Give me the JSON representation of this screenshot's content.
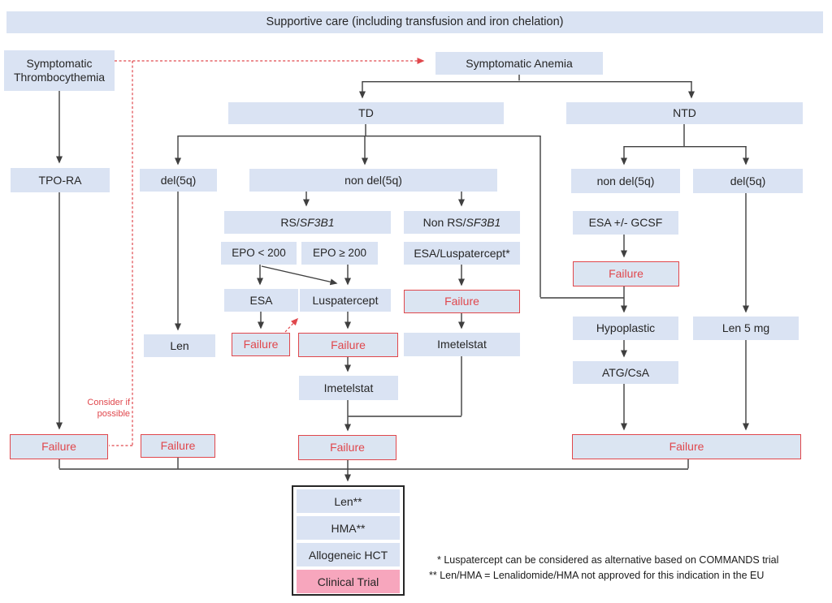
{
  "banner": {
    "label": "Supportive care (including transfusion and iron chelation)"
  },
  "nodes": {
    "symptomatic_thrombocythemia": "Symptomatic Thrombocythemia",
    "symptomatic_anemia": "Symptomatic Anemia",
    "td": "TD",
    "ntd": "NTD",
    "tpo_ra": "TPO-RA",
    "del5q": "del(5q)",
    "non_del5q": "non del(5q)",
    "rs_prefix": "RS/",
    "non_rs_prefix": "Non RS/",
    "sf3b1_gene": "SF3B1",
    "epo_lt_200": "EPO < 200",
    "epo_ge_200": "EPO ≥ 200",
    "esa_luspatercept": "ESA/Luspatercept*",
    "esa": "ESA",
    "luspatercept": "Luspatercept",
    "esa_gcsf": "ESA +/- GCSF",
    "failure": "Failure",
    "imetelstat": "Imetelstat",
    "len": "Len",
    "hypoplastic": "Hypoplastic",
    "len_5mg": "Len 5 mg",
    "atg_csa": "ATG/CsA",
    "bottom_stack": [
      "Len**",
      "HMA**",
      "Allogeneic HCT",
      "Clinical Trial"
    ]
  },
  "annotations": {
    "consider_if_possible": "Consider if possible",
    "footnote_1": "* Luspatercept can be considered as alternative based on COMMANDS trial",
    "footnote_2": "** Len/HMA = Lenalidomide/HMA not approved for this indication in the EU"
  },
  "colors": {
    "node_fill": "#dae3f3",
    "failure_red": "#e0474c",
    "clinical_trial_pink": "#f7a6bd",
    "line": "#3f3f3f"
  }
}
